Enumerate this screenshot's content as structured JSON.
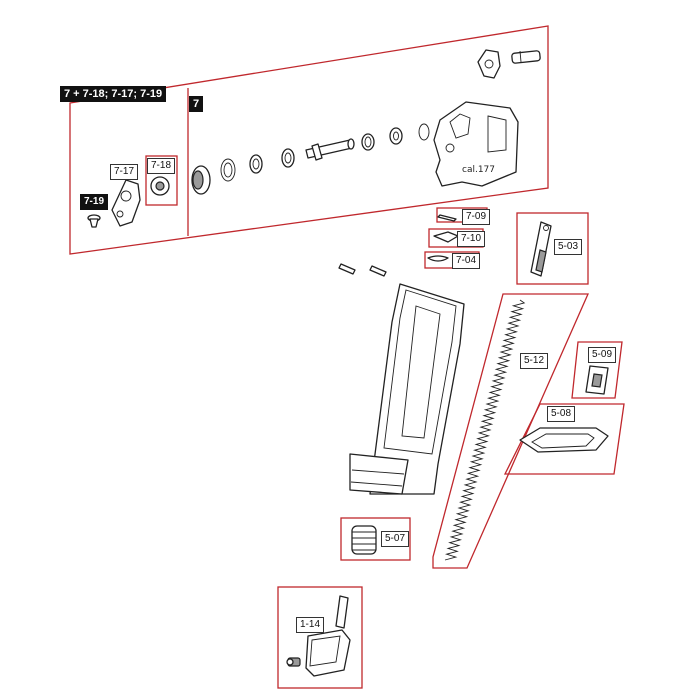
{
  "labels": {
    "group_a": "7 + 7-18; 7-17; 7-19",
    "group_b": "7",
    "p7_17": "7-17",
    "p7_18": "7-18",
    "p7_19": "7-19",
    "p7_09": "7-09",
    "p7_10": "7-10",
    "p7_04": "7-04",
    "p5_03": "5-03",
    "p5_12": "5-12",
    "p5_09": "5-09",
    "p5_08": "5-08",
    "p5_07": "5-07",
    "p1_14": "1-14"
  },
  "engravings": {
    "caliber": "cal.177"
  },
  "colors": {
    "frame_red": "#c0282d",
    "line": "#222222"
  }
}
